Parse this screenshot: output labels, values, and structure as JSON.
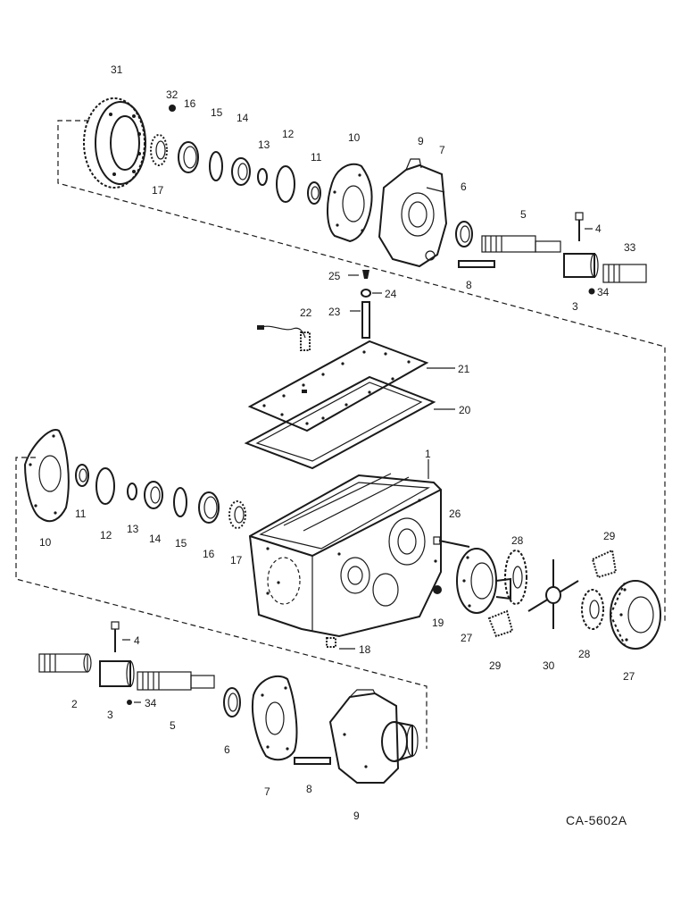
{
  "drawing_code": "CA-5602A",
  "callouts": {
    "c31": "31",
    "c32": "32",
    "c16a": "16",
    "c15a": "15",
    "c14a": "14",
    "c13a": "13",
    "c12a": "12",
    "c11a": "11",
    "c10a": "10",
    "c9a": "9",
    "c7a": "7",
    "c6a": "6",
    "c5a": "5",
    "c4a": "4",
    "c33": "33",
    "c17a": "17",
    "c8a": "8",
    "c3a": "3",
    "c34a": "34",
    "c25": "25",
    "c24": "24",
    "c23": "23",
    "c22": "22",
    "c21": "21",
    "c20": "20",
    "c1": "1",
    "c26": "26",
    "c28a": "28",
    "c29a": "29",
    "c10b": "10",
    "c11b": "11",
    "c12b": "12",
    "c13b": "13",
    "c14b": "14",
    "c15b": "15",
    "c16b": "16",
    "c17b": "17",
    "c18": "18",
    "c19": "19",
    "c27a": "27",
    "c29b": "29",
    "c30": "30",
    "c28b": "28",
    "c27b": "27",
    "c4b": "4",
    "c2": "2",
    "c3b": "3",
    "c34b": "34",
    "c5b": "5",
    "c6b": "6",
    "c7b": "7",
    "c8b": "8",
    "c9b": "9"
  }
}
